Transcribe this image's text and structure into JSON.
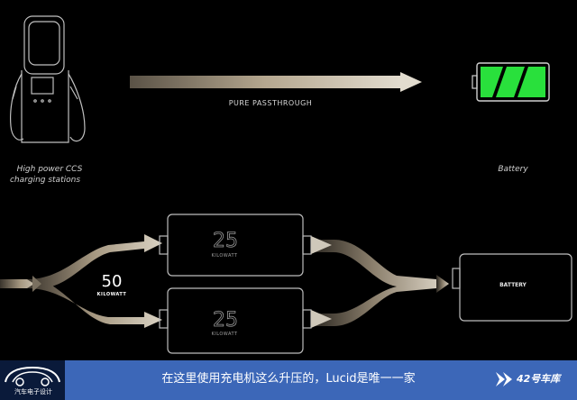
{
  "top": {
    "station_label_line1": "High power CCS",
    "station_label_line2": "charging stations",
    "passthrough_label": "PURE PASSTHROUGH",
    "battery_label": "Battery"
  },
  "bottom": {
    "input_power_value": "50",
    "input_power_unit": "KILOWATT",
    "upper_converter_value": "25",
    "upper_converter_unit": "KILOWATT",
    "lower_converter_value": "25",
    "lower_converter_unit": "KILOWATT",
    "battery_box_label": "BATTERY"
  },
  "caption": {
    "text": "在这里使用充电机这么升压的，Lucid是唯一一家"
  },
  "watermarks": {
    "left_brand": "汽车电子设计",
    "right_brand": "42号车库"
  },
  "colors": {
    "background": "#000000",
    "battery_green": "#29e03c",
    "arrow_tan": "#b8a88e",
    "caption_bar": "#3c67b8"
  }
}
